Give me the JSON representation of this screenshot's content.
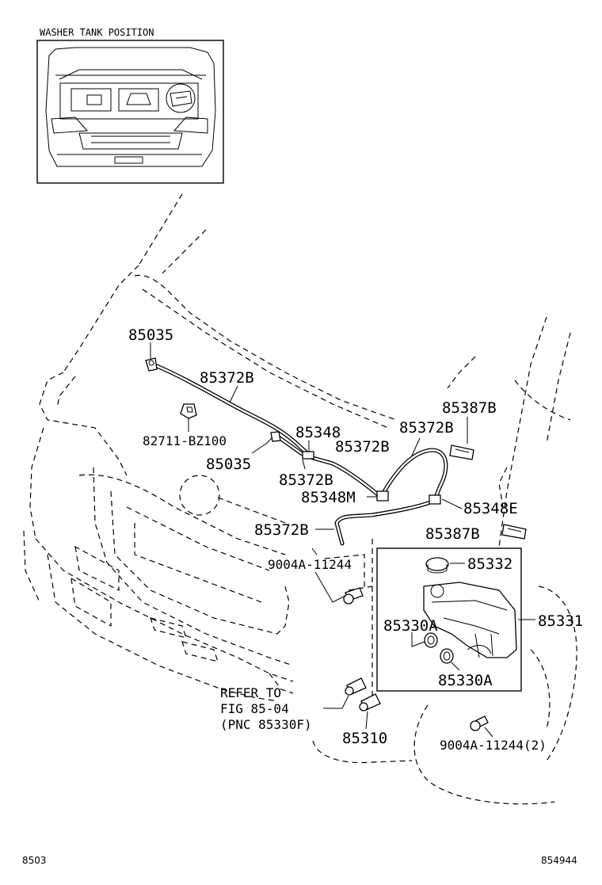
{
  "inset": {
    "title": "WASHER TANK POSITION"
  },
  "labels": {
    "p85035_top": "85035",
    "p85372b_top": "85372B",
    "p82711": "82711-BZ100",
    "p85348": "85348",
    "p85372b_mid": "85372B",
    "p85035_mid": "85035",
    "p85372b_lower": "85372B",
    "p85348m": "85348M",
    "p85372b_right": "85372B",
    "p85387b_top": "85387B",
    "p85348e": "85348E",
    "p85387b_bot": "85387B",
    "p85372b_low": "85372B",
    "p9004a_top": "9004A-11244",
    "p85332": "85332",
    "p85331": "85331",
    "p85330a_left": "85330A",
    "p85330a_right": "85330A",
    "p85310": "85310",
    "p9004a_bot": "9004A-11244(2)"
  },
  "refer": {
    "line1": "REFER TO",
    "line2": "FIG 85-04",
    "line3": "(PNC 85330F)"
  },
  "footer": {
    "left": "8503",
    "right": "854944"
  }
}
